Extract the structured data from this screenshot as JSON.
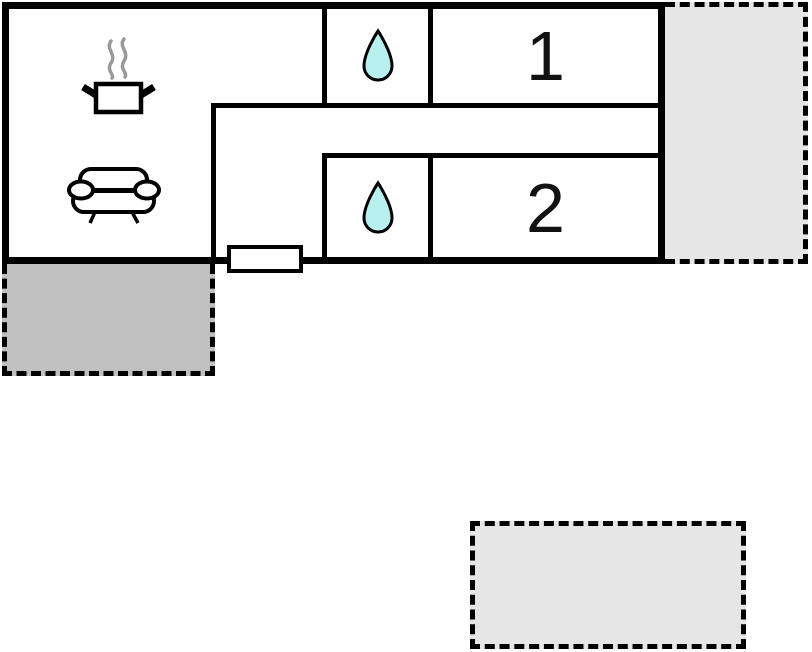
{
  "title": "holiday-home-floor-plan",
  "colors": {
    "wall": "#000000",
    "background": "#ffffff",
    "water_drop_fill": "#b8f0f0",
    "water_drop_outline": "#000000",
    "terrace_fill": "#e6e6e6",
    "patio_fill": "#c0c0c0",
    "steam": "#999999",
    "furniture_outline": "#000000"
  },
  "rooms": {
    "living_kitchen": {
      "icons": [
        "cooking-pot-icon",
        "sofa-icon"
      ]
    },
    "hallway": {},
    "bathroom_1": {
      "icon": "water-drop-icon"
    },
    "bathroom_2": {
      "icon": "water-drop-icon"
    },
    "bedroom_1": {
      "label": "1"
    },
    "bedroom_2": {
      "label": "2"
    }
  },
  "door": {
    "type": "entrance-door-marker"
  },
  "outdoor": {
    "terrace_right": {
      "style": "dashed-outline"
    },
    "patio_bottom_left": {
      "style": "dashed-outline"
    },
    "terrace_bottom": {
      "style": "dashed-outline"
    }
  }
}
